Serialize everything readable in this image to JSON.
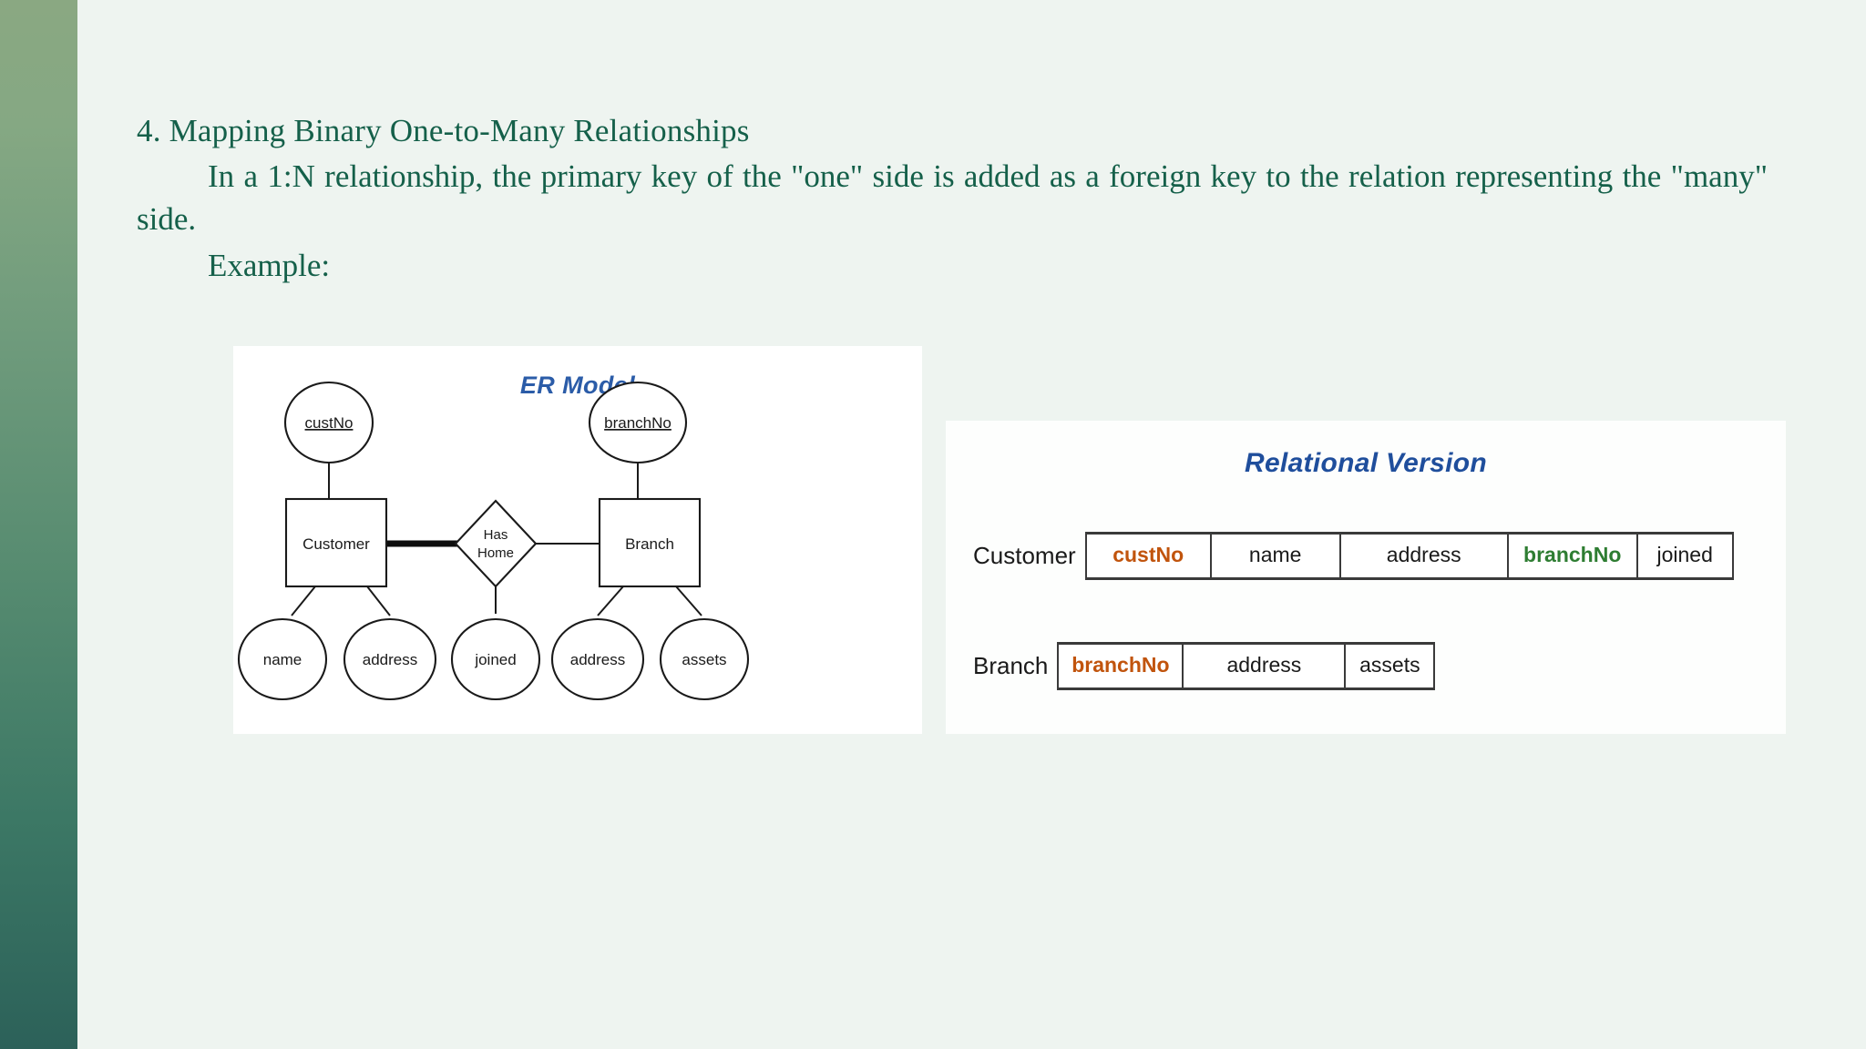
{
  "slide": {
    "background_color": "#eef4f0",
    "accent_bar": {
      "name": "accent-bar",
      "gradient_top": "#8aa882",
      "gradient_bottom": "#2c6159"
    },
    "text_color": "#15604a"
  },
  "prose": {
    "heading": "4. Mapping Binary One-to-Many Relationships",
    "paragraph": "In a 1:N relationship, the primary key of the \"one\" side is added as a foreign key to the relation representing the \"many\" side.",
    "example_label": "Example:"
  },
  "er_model": {
    "title": "ER Model",
    "title_color": "#2b5ca8",
    "entities": [
      {
        "id": "customer",
        "label": "Customer"
      },
      {
        "id": "branch",
        "label": "Branch"
      }
    ],
    "relationship": {
      "id": "has-home",
      "label_line1": "Has",
      "label_line2": "Home",
      "cardinality": "1:N",
      "from": "Customer",
      "to": "Branch",
      "from_participation": "total",
      "to_arrow": true
    },
    "key_attributes": [
      {
        "id": "custno",
        "label": "custNo",
        "owner": "Customer",
        "underlined": true
      },
      {
        "id": "branchno",
        "label": "branchNo",
        "owner": "Branch",
        "underlined": true
      }
    ],
    "attributes": [
      {
        "id": "cust-name",
        "label": "name",
        "owner": "Customer"
      },
      {
        "id": "cust-address",
        "label": "address",
        "owner": "Customer"
      },
      {
        "id": "rel-joined",
        "label": "joined",
        "owner": "Has Home"
      },
      {
        "id": "branch-address",
        "label": "address",
        "owner": "Branch"
      },
      {
        "id": "branch-assets",
        "label": "assets",
        "owner": "Branch"
      }
    ]
  },
  "relational": {
    "title": "Relational Version",
    "title_color": "#1f4e9c",
    "primary_key_color": "#c1540d",
    "foreign_key_color": "#2e7d32",
    "tables": [
      {
        "id": "customer",
        "name": "Customer",
        "columns": [
          {
            "label": "custNo",
            "role": "pk"
          },
          {
            "label": "name",
            "role": "plain"
          },
          {
            "label": "address",
            "role": "plain"
          },
          {
            "label": "branchNo",
            "role": "fk"
          },
          {
            "label": "joined",
            "role": "plain"
          }
        ]
      },
      {
        "id": "branch",
        "name": "Branch",
        "columns": [
          {
            "label": "branchNo",
            "role": "pk"
          },
          {
            "label": "address",
            "role": "plain"
          },
          {
            "label": "assets",
            "role": "plain"
          }
        ]
      }
    ]
  }
}
